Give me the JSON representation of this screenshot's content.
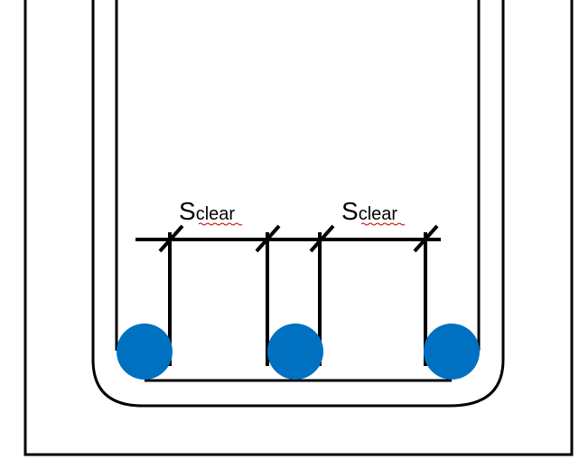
{
  "labels": {
    "spacing_left": {
      "main": "S",
      "sub": "clear"
    },
    "spacing_right": {
      "main": "S",
      "sub": "clear"
    }
  },
  "colors": {
    "outline": "#000000",
    "rebar": "#0070c0",
    "background": "#ffffff"
  }
}
